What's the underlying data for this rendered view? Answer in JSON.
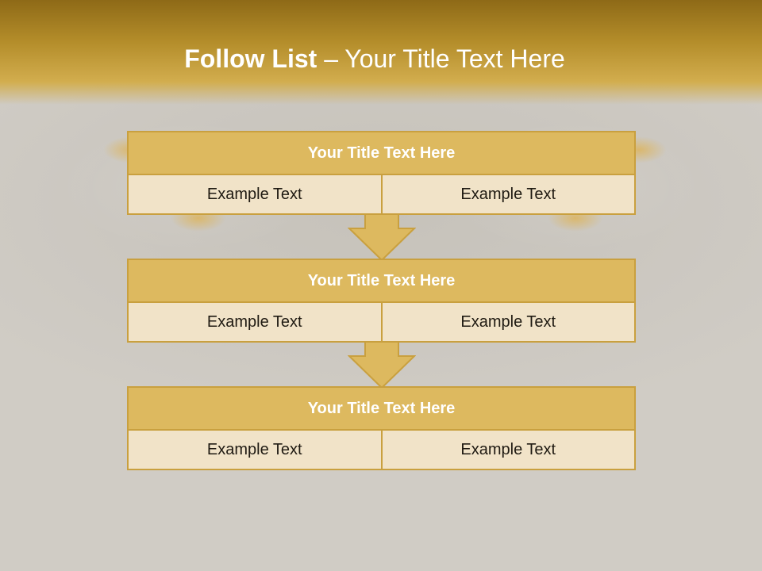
{
  "slide": {
    "title_bold": "Follow List",
    "title_rest": " – Your Title Text Here"
  },
  "blocks": [
    {
      "title": "Your Title Text Here",
      "left": "Example Text",
      "right": "Example Text"
    },
    {
      "title": "Your Title Text Here",
      "left": "Example Text",
      "right": "Example Text"
    },
    {
      "title": "Your Title Text Here",
      "left": "Example Text",
      "right": "Example Text"
    }
  ],
  "colors": {
    "header": "#b48d2a",
    "block_title_fill": "#ddb95f",
    "cell_fill": "#f1e3c8",
    "border": "#c9a03f"
  }
}
